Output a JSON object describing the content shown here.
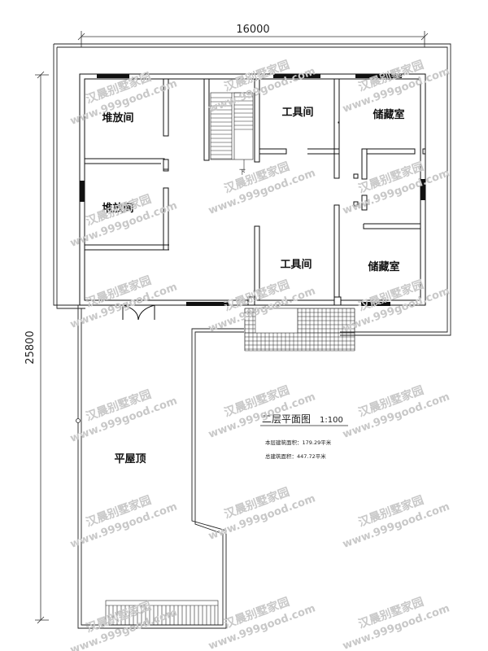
{
  "dimensions": {
    "width": "16000",
    "height": "25800"
  },
  "rooms": {
    "storage_room_1": "堆放间",
    "storage_room_2": "堆放间",
    "tool_room_1": "工具间",
    "tool_room_2": "工具间",
    "store_room_1": "储藏室",
    "store_room_2": "储藏室",
    "flat_roof": "平屋顶"
  },
  "stair_marker": "下",
  "title": {
    "name": "二层平面图",
    "scale": "1:100"
  },
  "area_notes": {
    "floor_area": "本层建筑面积：179.29平米",
    "total_area": "总建筑面积：447.72平米"
  },
  "watermark": {
    "brand": "汉晨别墅家园",
    "url": "www.999good.com"
  }
}
